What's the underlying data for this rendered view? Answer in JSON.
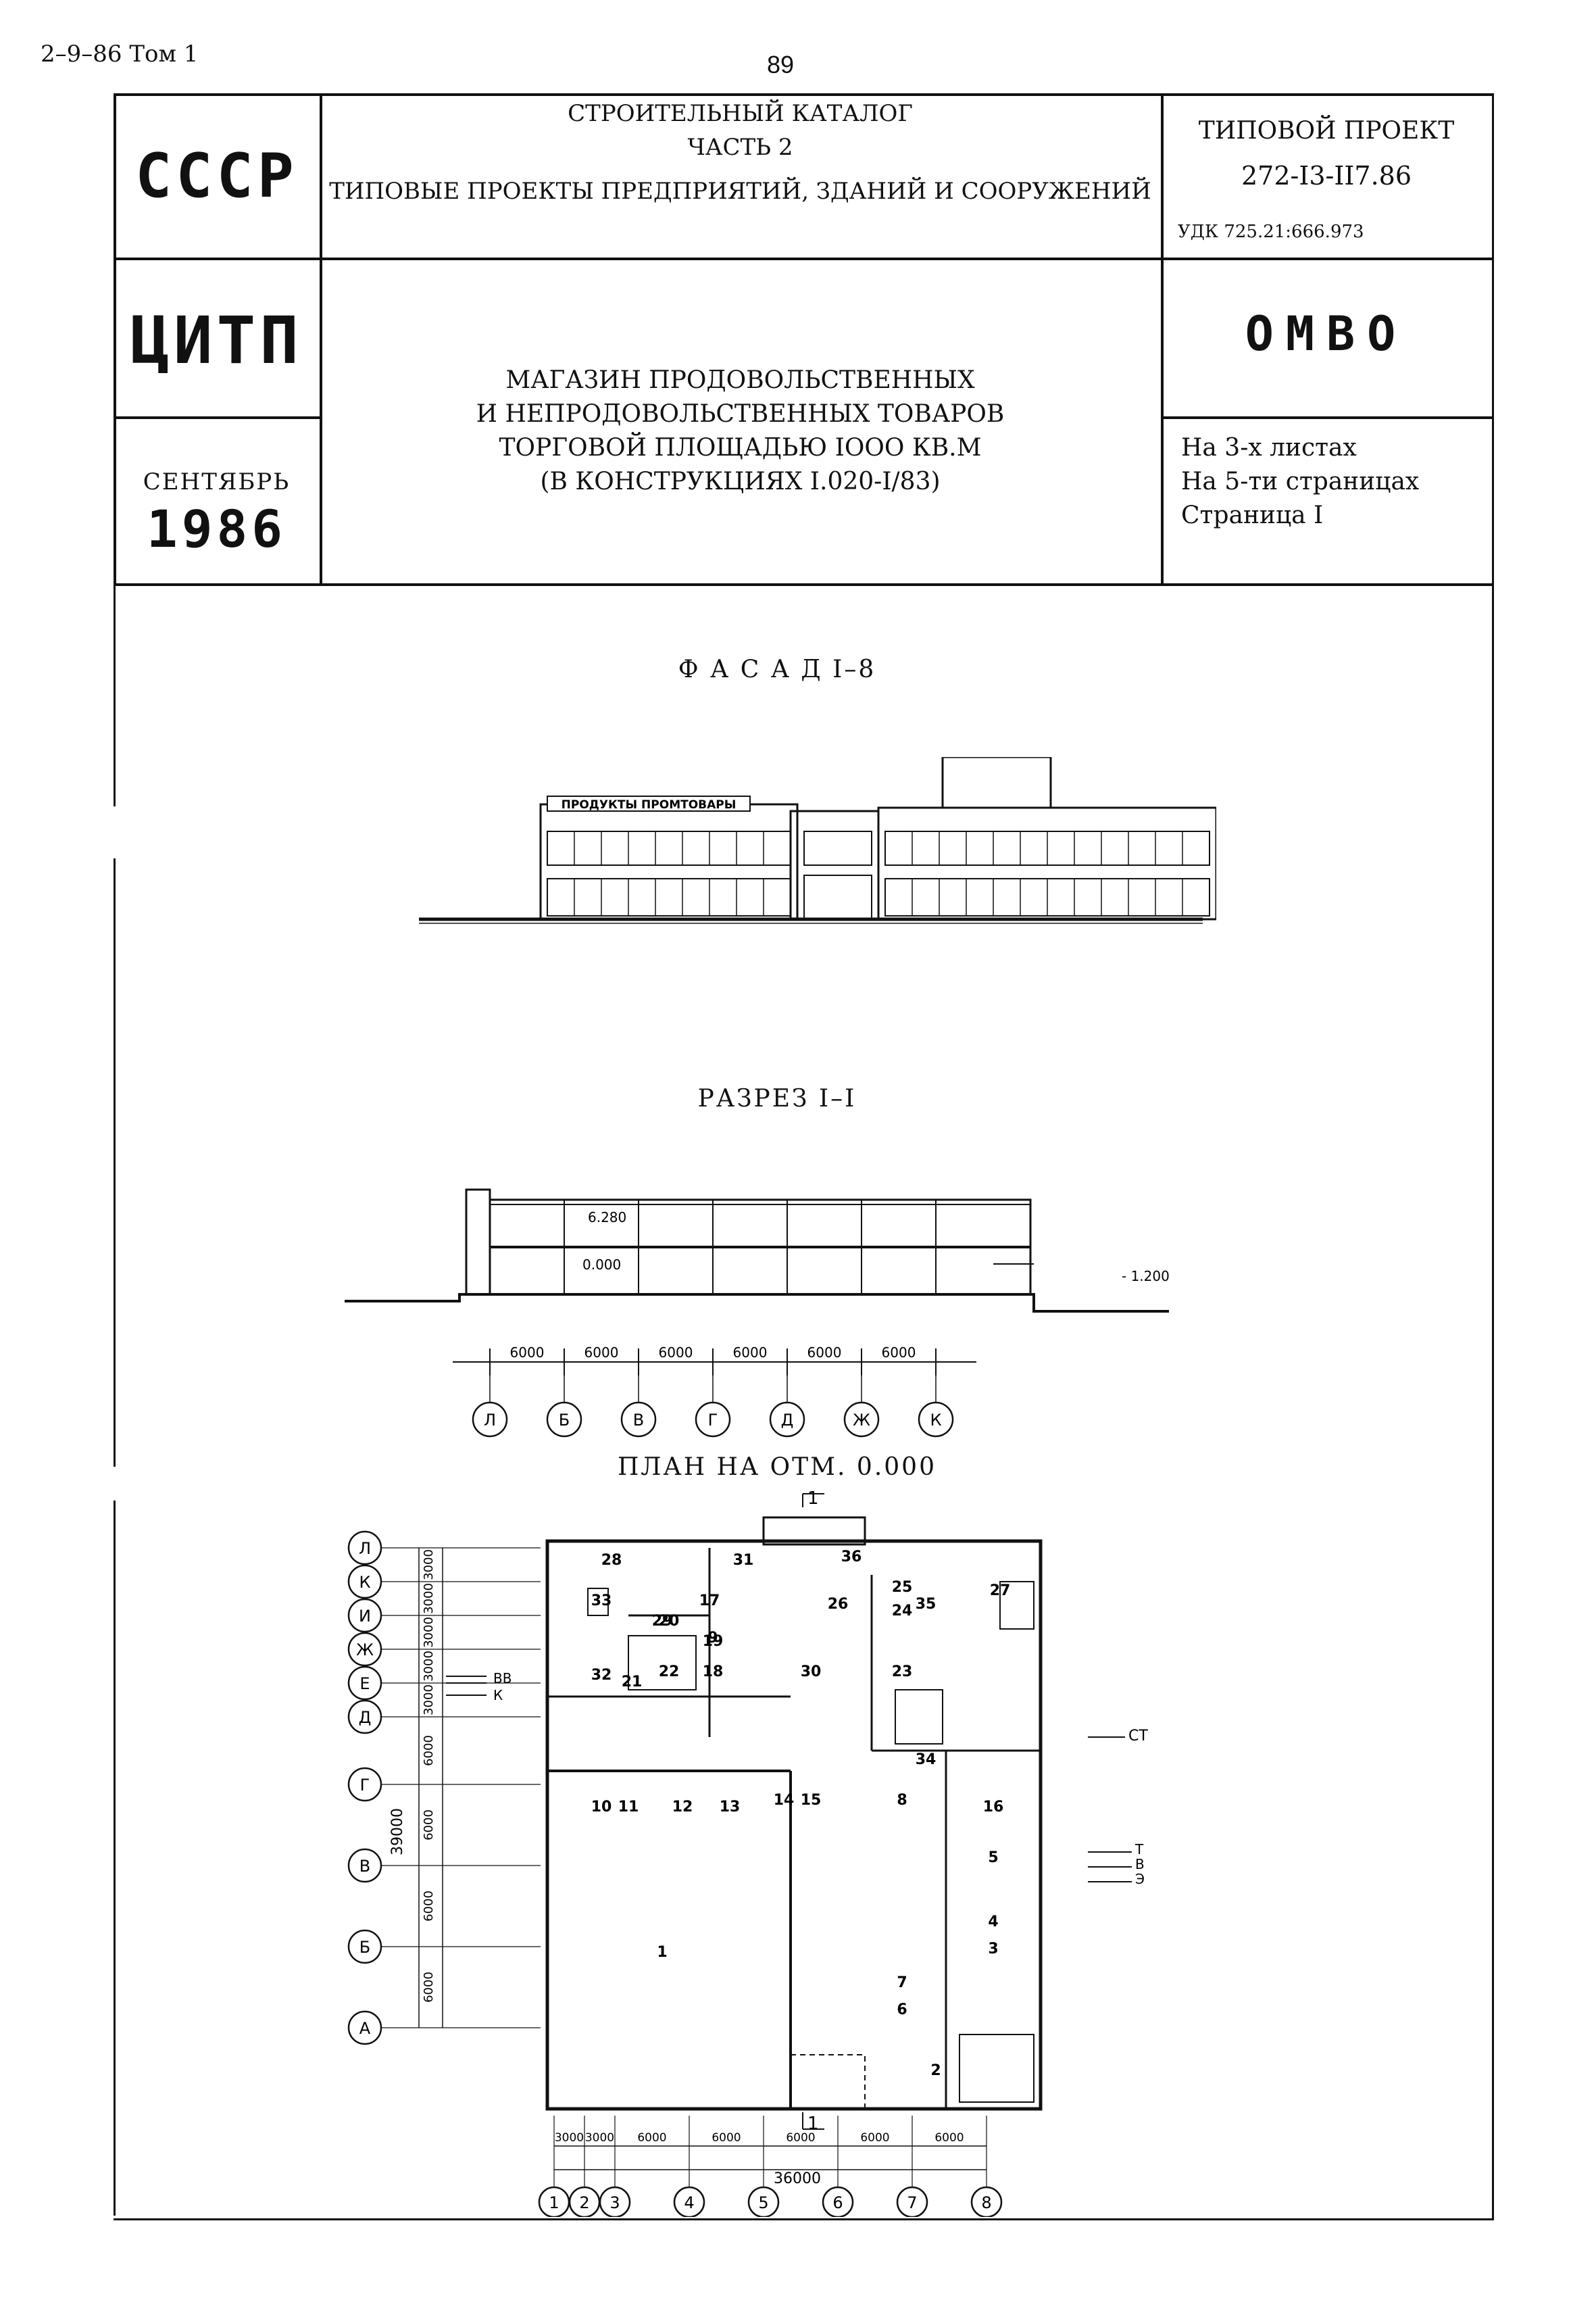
{
  "header": {
    "left": "2–9–86 Том 1",
    "page_number": "89"
  },
  "title_block": {
    "ussr": "СССР",
    "org": "ЦИТП",
    "date_month": "СЕНТЯБРЬ",
    "date_year": "1986",
    "catalog_line1": "СТРОИТЕЛЬНЫЙ КАТАЛОГ",
    "catalog_line2": "ЧАСТЬ 2",
    "catalog_line3": "ТИПОВЫЕ ПРОЕКТЫ ПРЕДПРИЯТИЙ, ЗДАНИЙ И СООРУЖЕНИЙ",
    "project_label": "ТИПОВОЙ ПРОЕКТ",
    "project_number": "272-I3-II7.86",
    "udk": "УДК 725.21:666.973",
    "code": "ОМВО",
    "desc_line1": "МАГАЗИН ПРОДОВОЛЬСТВЕННЫХ",
    "desc_line2": "И НЕПРОДОВОЛЬСТВЕННЫХ ТОВАРОВ",
    "desc_line3": "ТОРГОВОЙ ПЛОЩАДЬЮ IООО КВ.М",
    "desc_line4": "(В КОНСТРУКЦИЯХ I.020-I/83)",
    "sheets": "На 3-х листах",
    "pages": "На 5-ти страницах",
    "page": "Страница I"
  },
  "drawings": {
    "facade_title": "Ф А С А Д  I–8",
    "facade_sign": "ПРОДУКТЫ ПРОМТОВАРЫ",
    "section_title": "РАЗРЕЗ  I–I",
    "section_mark_top": "6.280",
    "section_mark_zero": "0.000",
    "section_mark_ground": "- 1.200",
    "section_dim": "6000",
    "section_axes": [
      "Л",
      "Б",
      "В",
      "Г",
      "Д",
      "Ж",
      "К"
    ],
    "plan_title": "ПЛАН НА ОТМ. 0.000",
    "plan_row_axes": [
      "Л",
      "К",
      "И",
      "Ж",
      "Е",
      "Д",
      "Г",
      "В",
      "Б",
      "А"
    ],
    "plan_row_dims": [
      "3000",
      "3000",
      "3000",
      "3000",
      "3000",
      "6000",
      "6000",
      "6000",
      "6000"
    ],
    "plan_total_height": "39000",
    "plan_col_axes": [
      "1",
      "2",
      "3",
      "4",
      "5",
      "6",
      "7",
      "8"
    ],
    "plan_col_dims": [
      "3000",
      "3000",
      "6000",
      "6000",
      "6000",
      "6000",
      "6000"
    ],
    "plan_total_width": "36000",
    "section_cut_label": "1",
    "entry_labels": {
      "vv": "ВВ",
      "k": "К",
      "st": "СТ",
      "t": "Т",
      "v": "В",
      "e": "Э"
    },
    "rooms": [
      "1",
      "2",
      "3",
      "4",
      "5",
      "6",
      "7",
      "8",
      "9",
      "10",
      "11",
      "12",
      "13",
      "14",
      "15",
      "16",
      "17",
      "18",
      "19",
      "20",
      "21",
      "22",
      "23",
      "24",
      "25",
      "26",
      "27",
      "28",
      "29",
      "30",
      "31",
      "32",
      "33",
      "34",
      "35",
      "36"
    ]
  }
}
